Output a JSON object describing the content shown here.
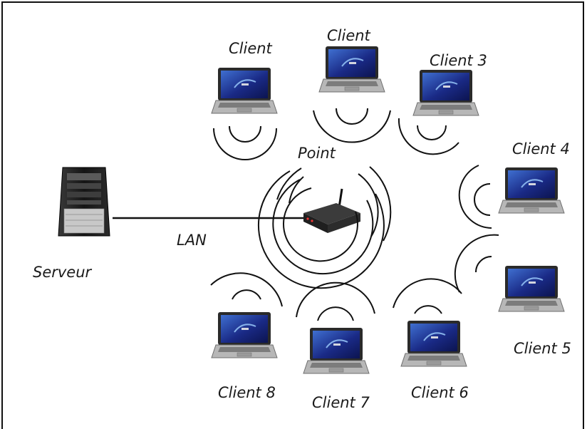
{
  "diagram": {
    "server_label": "Serveur",
    "access_point_label": "Point",
    "link_label": "LAN",
    "clients": [
      {
        "label": "Client"
      },
      {
        "label": "Client"
      },
      {
        "label": "Client 3"
      },
      {
        "label": "Client 4"
      },
      {
        "label": "Client 5"
      },
      {
        "label": "Client 6"
      },
      {
        "label": "Client 7"
      },
      {
        "label": "Client 8"
      }
    ]
  },
  "colors": {
    "line": "#111111",
    "laptop_screen": "#1e2f8a",
    "laptop_body": "#b9b9b9",
    "router_body": "#2a2a2a",
    "server_body": "#1c1c1c"
  }
}
